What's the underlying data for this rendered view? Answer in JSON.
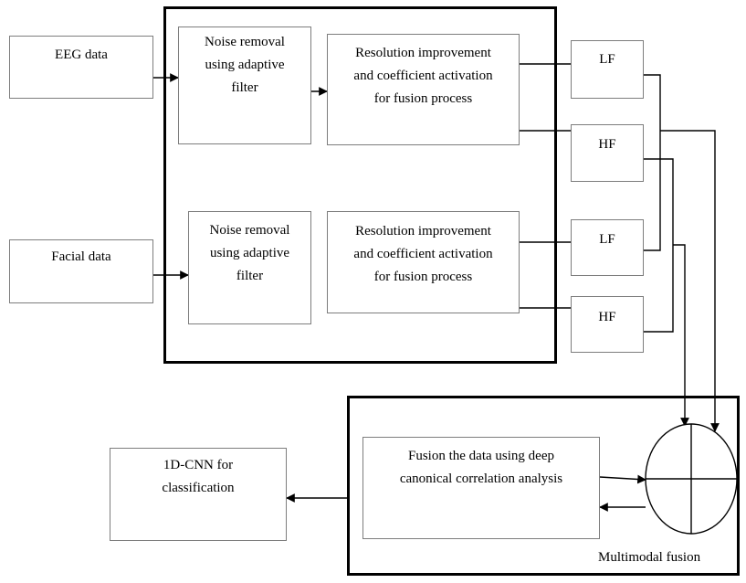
{
  "inputs": {
    "eeg": "EEG data",
    "facial": "Facial data"
  },
  "preprocessing": {
    "noise_removal_top": "Noise removal\nusing adaptive\nfilter",
    "noise_removal_bottom": "Noise removal\nusing adaptive\nfilter",
    "resolution_top": "Resolution improvement\nand coefficient activation\nfor fusion process",
    "resolution_bottom": "Resolution improvement\nand coefficient activation\nfor fusion process"
  },
  "bands": {
    "lf_top": "LF",
    "hf_top": "HF",
    "lf_bottom": "LF",
    "hf_bottom": "HF"
  },
  "fusion": {
    "dcca": "Fusion the data using deep\ncanonical correlation analysis",
    "caption": "Multimodal fusion"
  },
  "classifier": {
    "label": "1D-CNN for\nclassification"
  }
}
